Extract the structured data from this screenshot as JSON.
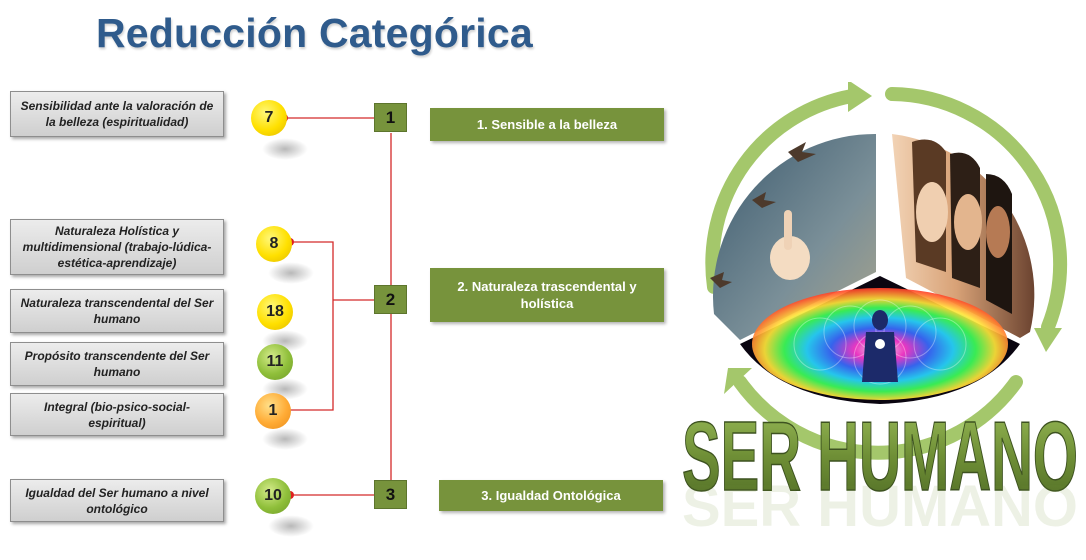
{
  "title": "Reducción Categórica",
  "left_items": [
    {
      "label": "Sensibilidad ante la valoración de la belleza (espiritualidad)",
      "count": "7"
    },
    {
      "label": "Naturaleza Holística y multidimensional (trabajo-lúdica-estética-aprendizaje)",
      "count": "8"
    },
    {
      "label": "Naturaleza transcendental del Ser humano",
      "count": "18"
    },
    {
      "label": "Propósito transcendente del Ser humano",
      "count": "11"
    },
    {
      "label": "Integral (bio-psico-social-espiritual)",
      "count": "1"
    },
    {
      "label": "Igualdad del Ser humano a nivel ontológico",
      "count": "10"
    }
  ],
  "categories": [
    {
      "number": "1",
      "label": "1. Sensible a la belleza"
    },
    {
      "number": "2",
      "label": "2. Naturaleza trascendental y holística"
    },
    {
      "number": "3",
      "label": "3. Igualdad Ontológica"
    }
  ],
  "image_caption": "SER HUMANO",
  "colors": {
    "title": "#2f5b8c",
    "category": "#77933c",
    "connector": "#d42a2a",
    "caption": "#6f8f36"
  }
}
